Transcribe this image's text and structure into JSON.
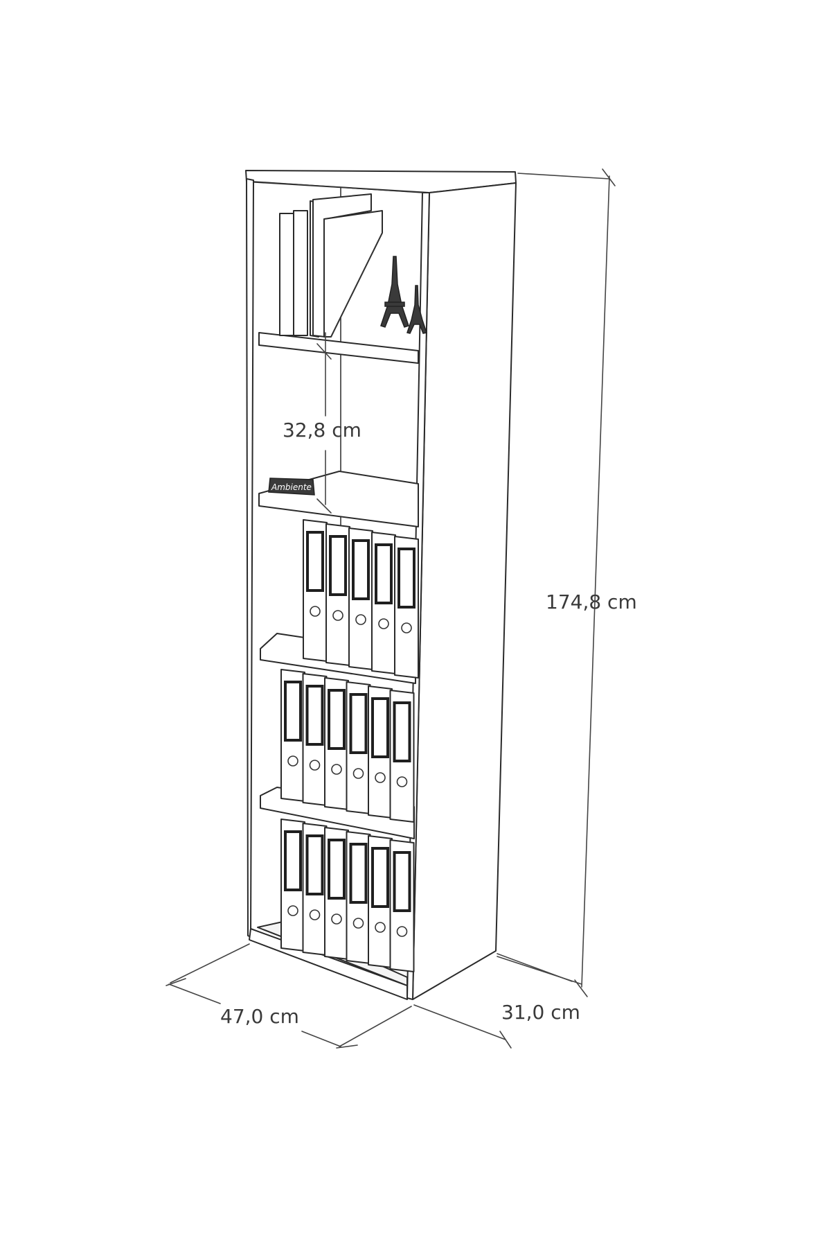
{
  "dimensions": {
    "height_label": "174,8 cm",
    "width_label": "47,0 cm",
    "depth_label": "31,0 cm",
    "shelf_gap_label": "32,8 cm"
  },
  "product_label": "Ambiente",
  "colors": {
    "line": "#2a2a2a",
    "text": "#3a3a3a",
    "background": "#ffffff"
  }
}
